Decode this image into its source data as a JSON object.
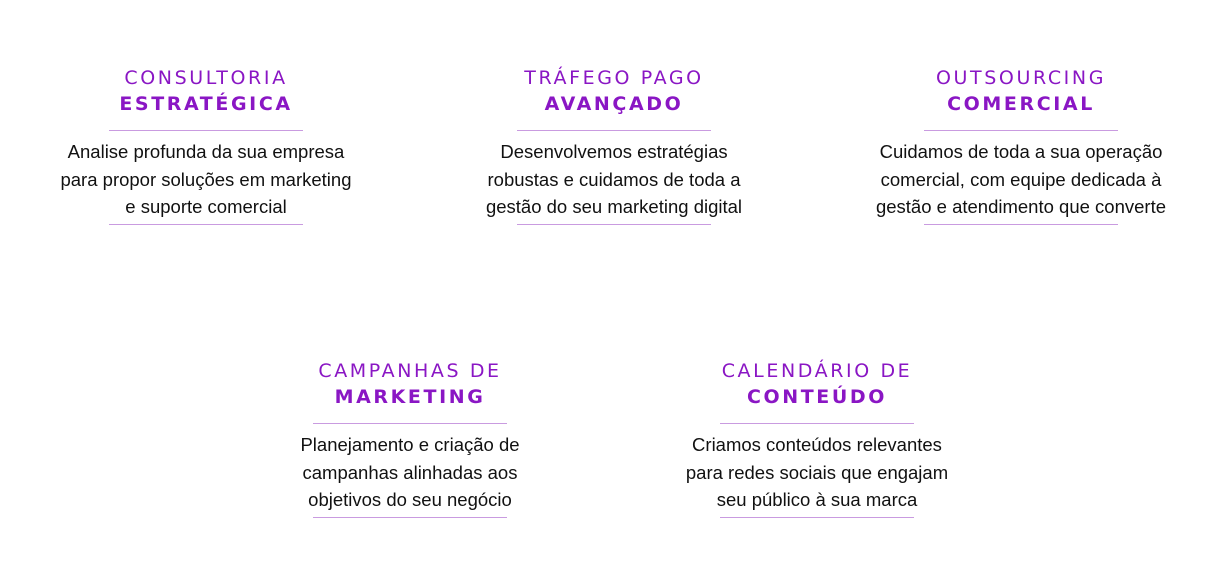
{
  "services": [
    {
      "title_line1": "CONSULTORIA",
      "title_line2": "ESTRATÉGICA",
      "desc_lines": [
        "Analise profunda da sua empresa",
        "para propor soluções em marketing",
        "e suporte comercial"
      ]
    },
    {
      "title_line1": "TRÁFEGO PAGO",
      "title_line2": "AVANÇADO",
      "desc_lines": [
        "Desenvolvemos estratégias",
        "robustas e cuidamos de toda a",
        "gestão do seu marketing digital"
      ]
    },
    {
      "title_line1": "OUTSOURCING",
      "title_line2": "COMERCIAL",
      "desc_lines": [
        "Cuidamos de toda a sua operação",
        "comercial, com equipe dedicada à",
        "gestão e atendimento que converte"
      ]
    },
    {
      "title_line1": "CAMPANHAS DE",
      "title_line2": "MARKETING",
      "desc_lines": [
        "Planejamento e criação de",
        "campanhas alinhadas aos",
        "objetivos do seu negócio"
      ]
    },
    {
      "title_line1": "CALENDÁRIO DE",
      "title_line2": "CONTEÚDO",
      "desc_lines": [
        "Criamos conteúdos relevantes",
        "para redes sociais que engajam",
        "seu público à sua marca"
      ]
    }
  ],
  "colors": {
    "accent": "#8a16c4",
    "rule": "#c99be0",
    "text": "#111111",
    "background": "#ffffff"
  }
}
